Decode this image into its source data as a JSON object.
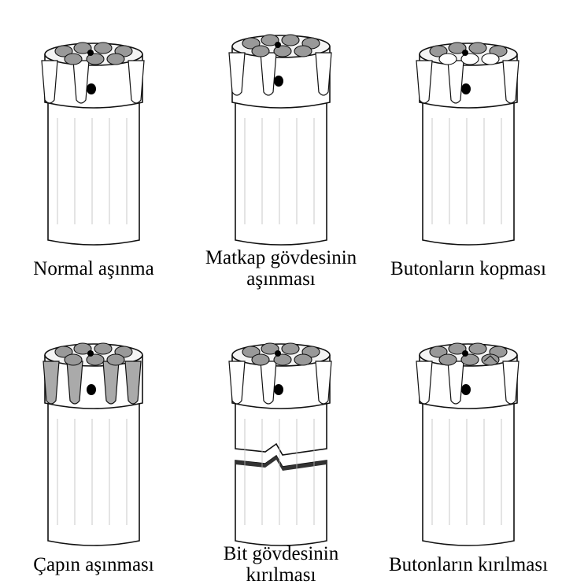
{
  "figure": {
    "panels": [
      {
        "id": "normal-wear",
        "caption": [
          "Normal aşınma"
        ],
        "variant": "normal"
      },
      {
        "id": "body-wear",
        "caption": [
          "Matkap gövdesinin",
          "aşınması"
        ],
        "variant": "body-wear"
      },
      {
        "id": "button-loss",
        "caption": [
          "Butonların kopması"
        ],
        "variant": "button-loss"
      },
      {
        "id": "gauge-wear",
        "caption": [
          "Çapın aşınması"
        ],
        "variant": "gauge-wear"
      },
      {
        "id": "body-break",
        "caption": [
          "Bit gövdesinin",
          "kırılması"
        ],
        "variant": "body-break"
      },
      {
        "id": "button-break",
        "caption": [
          "Butonların kırılması"
        ],
        "variant": "button-break"
      }
    ]
  }
}
